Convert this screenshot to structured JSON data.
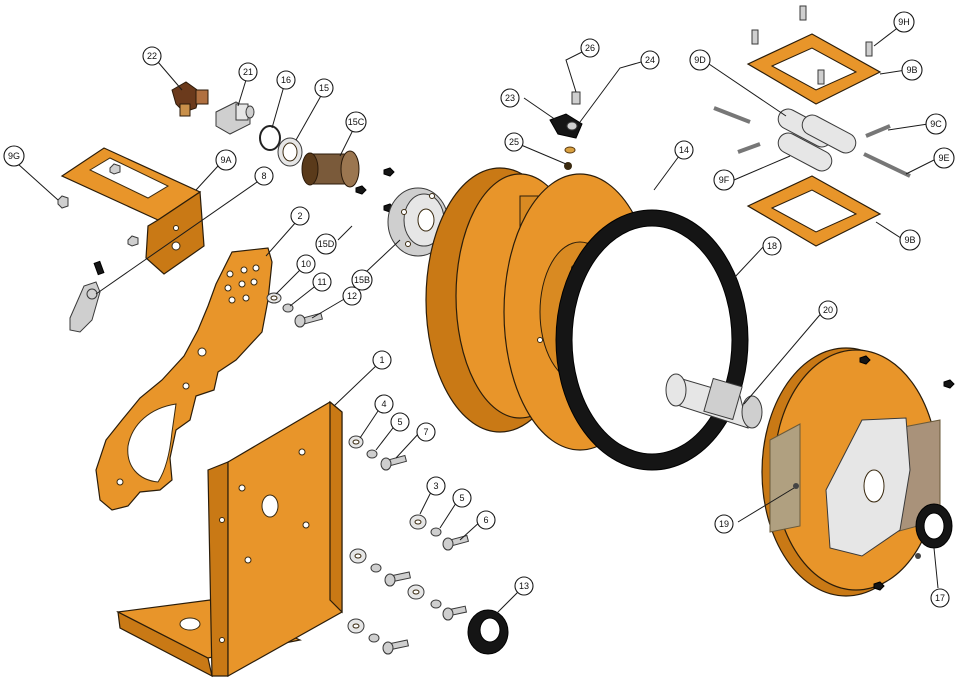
{
  "diagram": {
    "callouts": [
      {
        "id": "c-22",
        "label": "22"
      },
      {
        "id": "c-21",
        "label": "21"
      },
      {
        "id": "c-16",
        "label": "16"
      },
      {
        "id": "c-15",
        "label": "15"
      },
      {
        "id": "c-15c",
        "label": "15C"
      },
      {
        "id": "c-9g",
        "label": "9G"
      },
      {
        "id": "c-9a",
        "label": "9A"
      },
      {
        "id": "c-8",
        "label": "8"
      },
      {
        "id": "c-2",
        "label": "2"
      },
      {
        "id": "c-15d",
        "label": "15D"
      },
      {
        "id": "c-15b",
        "label": "15B"
      },
      {
        "id": "c-10",
        "label": "10"
      },
      {
        "id": "c-11",
        "label": "11"
      },
      {
        "id": "c-12",
        "label": "12"
      },
      {
        "id": "c-1",
        "label": "1"
      },
      {
        "id": "c-4",
        "label": "4"
      },
      {
        "id": "c-5a",
        "label": "5"
      },
      {
        "id": "c-7",
        "label": "7"
      },
      {
        "id": "c-3",
        "label": "3"
      },
      {
        "id": "c-5b",
        "label": "5"
      },
      {
        "id": "c-6",
        "label": "6"
      },
      {
        "id": "c-13",
        "label": "13"
      },
      {
        "id": "c-26",
        "label": "26"
      },
      {
        "id": "c-24",
        "label": "24"
      },
      {
        "id": "c-23",
        "label": "23"
      },
      {
        "id": "c-25",
        "label": "25"
      },
      {
        "id": "c-14",
        "label": "14"
      },
      {
        "id": "c-18",
        "label": "18"
      },
      {
        "id": "c-20",
        "label": "20"
      },
      {
        "id": "c-19",
        "label": "19"
      },
      {
        "id": "c-17",
        "label": "17"
      },
      {
        "id": "c-9d",
        "label": "9D"
      },
      {
        "id": "c-9h",
        "label": "9H"
      },
      {
        "id": "c-9b1",
        "label": "9B"
      },
      {
        "id": "c-9c",
        "label": "9C"
      },
      {
        "id": "c-9f",
        "label": "9F"
      },
      {
        "id": "c-9e",
        "label": "9E"
      },
      {
        "id": "c-9b2",
        "label": "9B"
      }
    ]
  }
}
